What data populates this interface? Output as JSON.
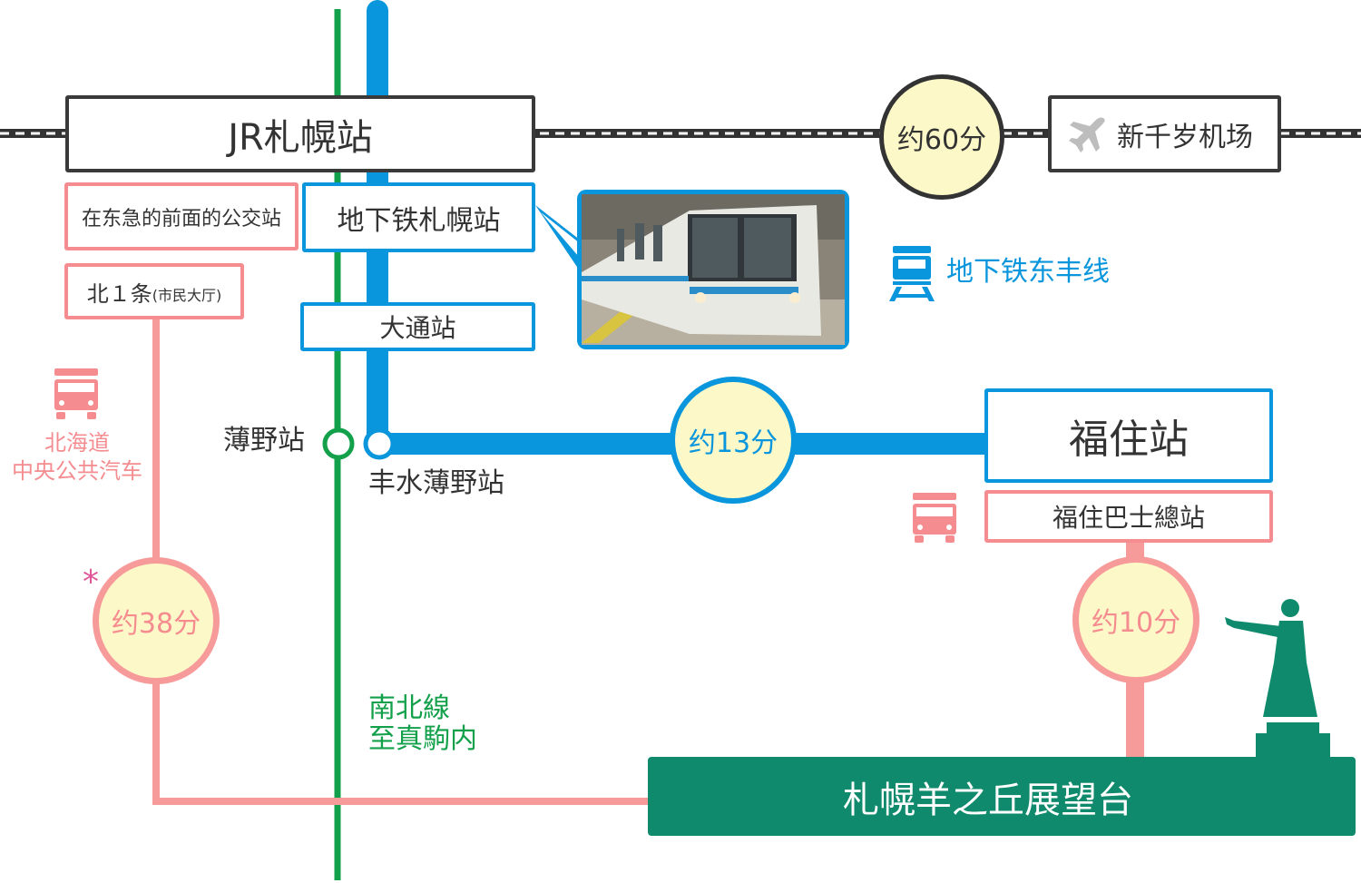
{
  "colors": {
    "jr_line": "#333333",
    "toho_line": "#0a96dc",
    "namboku_line": "#12a04a",
    "bus_route": "#f79a9a",
    "time_circle_fill": "#fdf8c8",
    "destination": "#0f8a6c",
    "asterisk": "#e0569a"
  },
  "stations": {
    "jr_sapporo": "JR札幌站",
    "new_chitose": "新千岁机场",
    "subway_sapporo": "地下铁札幌站",
    "odori": "大通站",
    "susukino": "薄野站",
    "hosui_susukino": "丰水薄野站",
    "fukuzumi": "福住站",
    "fukuzumi_bus_terminal": "福住巴士總站",
    "tokyu_bus_stop": "在东急的前面的公交站",
    "kita1jo": "北１条",
    "kita1jo_note": "(市民大厅)",
    "destination": "札幌羊之丘展望台"
  },
  "travel_times": {
    "jr_to_airport": "约60分",
    "subway_to_fukuzumi": "约13分",
    "bus_chuo": "约38分",
    "bus_fukuzumi": "约10分"
  },
  "lines": {
    "toho_line": "地下铁东丰线",
    "namboku_line_1": "南北線",
    "namboku_line_2": "至真駒内",
    "chuo_bus_1": "北海道",
    "chuo_bus_2": "中央公共汽车"
  },
  "marks": {
    "asterisk": "*"
  },
  "icons": {
    "airplane": "airplane-icon",
    "train": "train-icon",
    "bus": "bus-icon",
    "statue": "statue-icon",
    "subway_photo": "subway-train-photo"
  }
}
